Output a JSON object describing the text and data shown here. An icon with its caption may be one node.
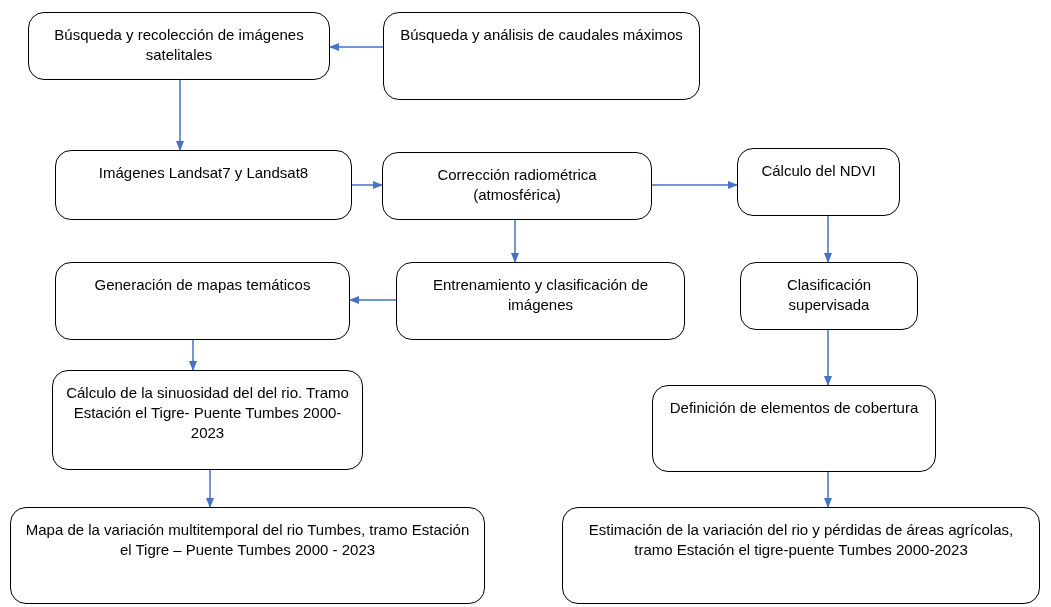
{
  "diagram": {
    "nodes": [
      {
        "text": [
          "Búsqueda y recolección de imágenes satelitales"
        ]
      },
      {
        "text": [
          "Búsqueda y análisis de caudales máximos"
        ]
      },
      {
        "text": [
          "Imágenes Landsat7 y Landsat8"
        ]
      },
      {
        "text": [
          "Corrección radiométrica (atmosférica)"
        ]
      },
      {
        "text": [
          "Cálculo del NDVI"
        ]
      },
      {
        "text": [
          "Generación de mapas temáticos"
        ]
      },
      {
        "text": [
          "Entrenamiento y clasificación de imágenes"
        ]
      },
      {
        "text": [
          "Clasificación supervisada"
        ]
      },
      {
        "text": [
          "Cálculo de la sinuosidad del del rio. Tramo Estación el Tigre- Puente Tumbes 2000-2023"
        ]
      },
      {
        "text": [
          "Definición de elementos de cobertura"
        ]
      },
      {
        "text": [
          "Mapa de la variación multitemporal del rio Tumbes, tramo Estación el Tigre – Puente Tumbes 2000 - 2023"
        ]
      },
      {
        "text": [
          "Estimación de la variación del rio y pérdidas de áreas agrícolas, tramo Estación el tigre-puente Tumbes 2000-2023"
        ]
      }
    ],
    "edges": [
      {
        "from": 1,
        "to": 0,
        "arrow": "to"
      },
      {
        "from": 0,
        "to": 2,
        "arrow": "to"
      },
      {
        "from": 2,
        "to": 3,
        "arrow": "to"
      },
      {
        "from": 3,
        "to": 4,
        "arrow": "to"
      },
      {
        "from": 3,
        "to": 6,
        "arrow": "to"
      },
      {
        "from": 6,
        "to": 5,
        "arrow": "to"
      },
      {
        "from": 5,
        "to": 8,
        "arrow": "to"
      },
      {
        "from": 8,
        "to": 10,
        "arrow": "to"
      },
      {
        "from": 4,
        "to": 7,
        "arrow": "to"
      },
      {
        "from": 7,
        "to": 9,
        "arrow": "to"
      },
      {
        "from": 9,
        "to": 11,
        "arrow": "to"
      }
    ]
  }
}
